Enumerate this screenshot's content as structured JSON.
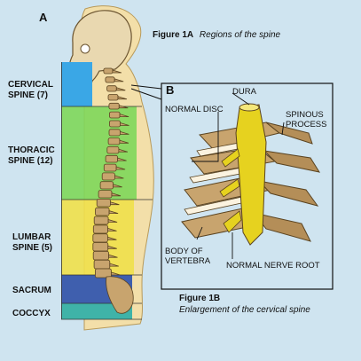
{
  "panel_a": {
    "letter": "A",
    "caption_label": "Figure 1A",
    "caption_text": "Regions of the spine",
    "regions": [
      {
        "name": "CERVICAL SPINE (7)",
        "line1": "CERVICAL",
        "line2": "SPINE (7)",
        "color": "#3aa7e6"
      },
      {
        "name": "THORACIC SPINE (12)",
        "line1": "THORACIC",
        "line2": "SPINE (12)",
        "color": "#7ed75a"
      },
      {
        "name": "LUMBAR SPINE (5)",
        "line1": "LUMBAR",
        "line2": "SPINE (5)",
        "color": "#f0e04a"
      },
      {
        "name": "SACRUM",
        "line1": "SACRUM",
        "line2": "",
        "color": "#3f5fae"
      },
      {
        "name": "COCCYX",
        "line1": "COCCYX",
        "line2": "",
        "color": "#3fb3a8"
      }
    ]
  },
  "panel_b": {
    "letter": "B",
    "caption_label": "Figure 1B",
    "caption_text": "Enlargement of the cervical spine",
    "labels": {
      "dura": "DURA",
      "normal_disc": "NORMAL DISC",
      "spinous_line1": "SPINOUS",
      "spinous_line2": "PROCESS",
      "body_line1": "BODY OF",
      "body_line2": "VERTEBRA",
      "nerve_root": "NORMAL NERVE ROOT"
    }
  },
  "colors": {
    "background": "#cfe4f0",
    "skin": "#f3dfa9",
    "bone": "#c8a46e",
    "nerve": "#e6d21f"
  }
}
